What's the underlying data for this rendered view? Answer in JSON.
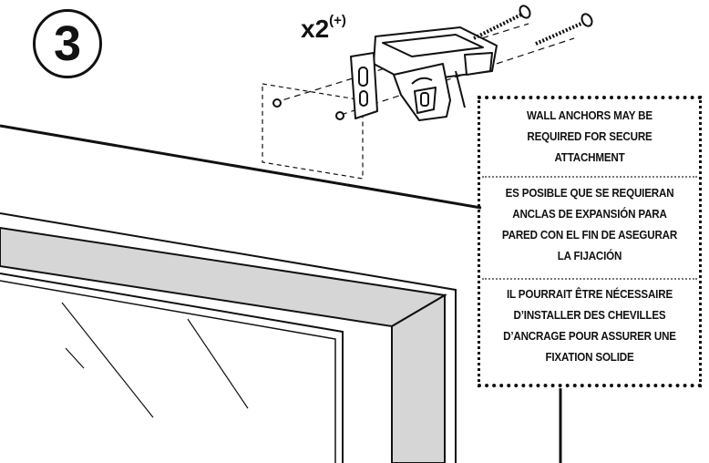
{
  "step": {
    "number": "3"
  },
  "quantity": {
    "multiplier": "x2",
    "note": "(+)"
  },
  "notes": {
    "en": [
      "WALL ANCHORS MAY BE",
      "REQUIRED FOR SECURE",
      "ATTACHMENT"
    ],
    "es": [
      "ES POSIBLE QUE SE REQUIERAN",
      "ANCLAS DE EXPANSIÓN PARA",
      "PARED CON EL FIN DE ASEGURAR",
      "LA FIJACIÓN"
    ],
    "fr": [
      "IL POURRAIT ÊTRE NÉCESSAIRE",
      "D’INSTALLER DES CHEVILLES",
      "D’ANCRAGE POUR ASSURER UNE",
      "FIXATION SOLIDE"
    ]
  },
  "colors": {
    "ink": "#111111",
    "frame_fill": "#d6d6d6",
    "paper": "#ffffff"
  }
}
